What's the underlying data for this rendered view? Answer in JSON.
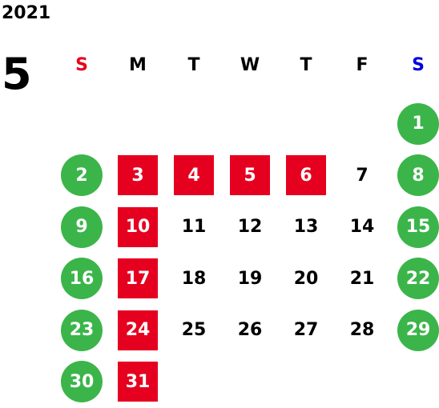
{
  "calendar": {
    "year": "2021",
    "month": "5",
    "weekday_headers": [
      {
        "label": "S",
        "color": "#e8001c"
      },
      {
        "label": "M",
        "color": "#000000"
      },
      {
        "label": "T",
        "color": "#000000"
      },
      {
        "label": "W",
        "color": "#000000"
      },
      {
        "label": "T",
        "color": "#000000"
      },
      {
        "label": "F",
        "color": "#000000"
      },
      {
        "label": "S",
        "color": "#0000e0"
      }
    ],
    "colors": {
      "sunday_header": "#e8001c",
      "saturday_header": "#0000e0",
      "weekend_circle": "#3bb54a",
      "holiday_square": "#e60020",
      "text": "#000000",
      "marked_text": "#ffffff"
    },
    "weeks": [
      [
        null,
        null,
        null,
        null,
        null,
        null,
        {
          "day": "1",
          "mark": "circle"
        }
      ],
      [
        {
          "day": "2",
          "mark": "circle"
        },
        {
          "day": "3",
          "mark": "square"
        },
        {
          "day": "4",
          "mark": "square"
        },
        {
          "day": "5",
          "mark": "square"
        },
        {
          "day": "6",
          "mark": "square"
        },
        {
          "day": "7",
          "mark": null
        },
        {
          "day": "8",
          "mark": "circle"
        }
      ],
      [
        {
          "day": "9",
          "mark": "circle"
        },
        {
          "day": "10",
          "mark": "square"
        },
        {
          "day": "11",
          "mark": null
        },
        {
          "day": "12",
          "mark": null
        },
        {
          "day": "13",
          "mark": null
        },
        {
          "day": "14",
          "mark": null
        },
        {
          "day": "15",
          "mark": "circle"
        }
      ],
      [
        {
          "day": "16",
          "mark": "circle"
        },
        {
          "day": "17",
          "mark": "square"
        },
        {
          "day": "18",
          "mark": null
        },
        {
          "day": "19",
          "mark": null
        },
        {
          "day": "20",
          "mark": null
        },
        {
          "day": "21",
          "mark": null
        },
        {
          "day": "22",
          "mark": "circle"
        }
      ],
      [
        {
          "day": "23",
          "mark": "circle"
        },
        {
          "day": "24",
          "mark": "square"
        },
        {
          "day": "25",
          "mark": null
        },
        {
          "day": "26",
          "mark": null
        },
        {
          "day": "27",
          "mark": null
        },
        {
          "day": "28",
          "mark": null
        },
        {
          "day": "29",
          "mark": "circle"
        }
      ],
      [
        {
          "day": "30",
          "mark": "circle"
        },
        {
          "day": "31",
          "mark": "square"
        },
        null,
        null,
        null,
        null,
        null
      ]
    ]
  }
}
